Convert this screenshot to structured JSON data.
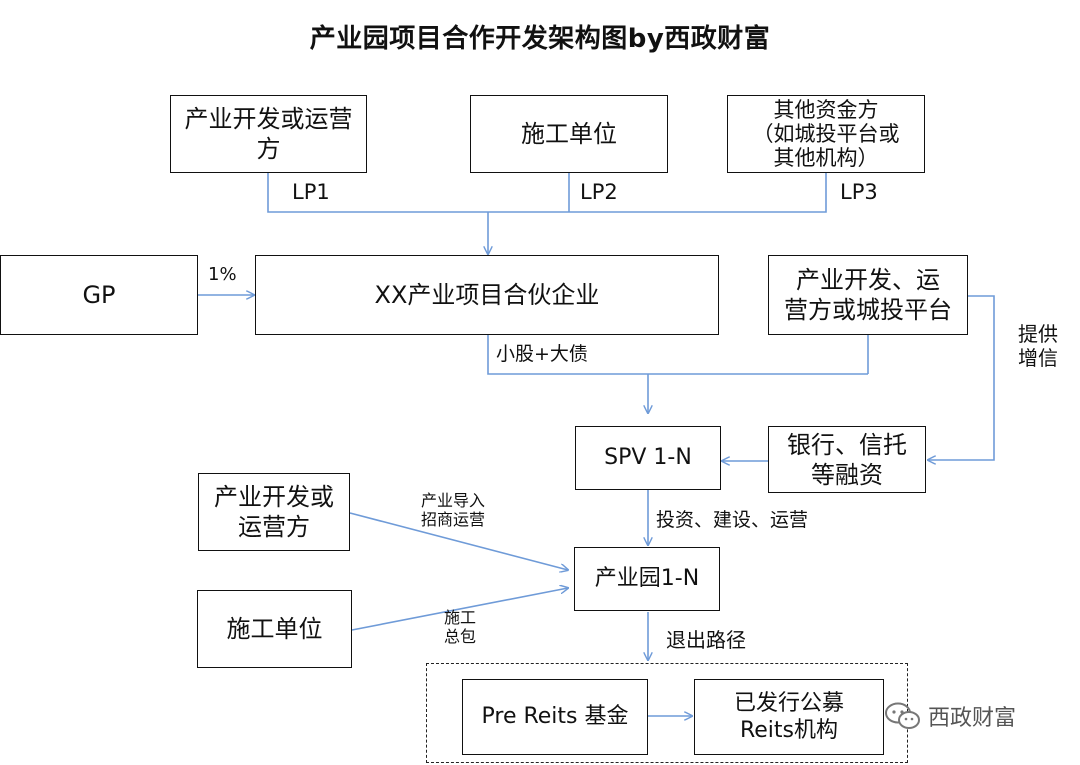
{
  "title": "产业园项目合作开发架构图by西政财富",
  "boxes": {
    "dev_operator_top": "产业开发或运营\n方",
    "construction_top": "施工单位",
    "other_funds": "其他资金方\n（如城投平台或\n其他机构）",
    "gp": "GP",
    "partnership": "XX产业项目合伙企业",
    "credit_provider": "产业开发、运\n营方或城投平台",
    "spv": "SPV 1-N",
    "bank_trust": "银行、信托\n等融资",
    "dev_operator_left": "产业开发或\n运营方",
    "park": "产业园1-N",
    "construction_left": "施工单位",
    "pre_reits": "Pre Reits 基金",
    "public_reits": "已发行公募\nReits机构"
  },
  "labels": {
    "lp1": "LP1",
    "lp2": "LP2",
    "lp3": "LP3",
    "gp_share": "1%",
    "equity_debt": "小股+大债",
    "credit_enhance": "提供\n增信",
    "invest_build_operate": "投资、建设、运营",
    "industry_intro": "产业导入\n招商运营",
    "general_contract": "施工\n总包",
    "exit_path": "退出路径"
  },
  "watermark": "西政财富",
  "colors": {
    "connector": "#6f9bd8",
    "border": "#111111"
  }
}
